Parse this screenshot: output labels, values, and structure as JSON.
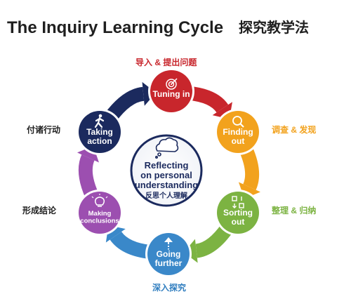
{
  "title": "The Inquiry Learning Cycle",
  "title_cn": "探究教学法",
  "center": {
    "text_lines": [
      "Reflecting",
      "on personal",
      "understanding"
    ],
    "text_cn": "反思个人理解",
    "icon": "thought-cloud-icon",
    "color": "#1b2a5e"
  },
  "stages": [
    {
      "id": "tuning-in",
      "lines": [
        "Tuning in"
      ],
      "label_cn": "导入 & 提出问题",
      "icon": "target-icon",
      "color": "#c8262c",
      "label_color": "#c8262c"
    },
    {
      "id": "finding-out",
      "lines": [
        "Finding",
        "out"
      ],
      "label_cn": "调查 & 发现",
      "icon": "magnifier-icon",
      "color": "#f2a21d",
      "label_color": "#f2a21d"
    },
    {
      "id": "sorting-out",
      "lines": [
        "Sorting",
        "out"
      ],
      "label_cn": "整理 & 归纳",
      "icon": "sort-icon",
      "color": "#7cb342",
      "label_color": "#7cb342"
    },
    {
      "id": "going-further",
      "lines": [
        "Going",
        "further"
      ],
      "label_cn": "深入探究",
      "icon": "arrow-up-icon",
      "color": "#3a88c9",
      "label_color": "#2f7dbf"
    },
    {
      "id": "making-conclusions",
      "lines": [
        "Making",
        "conclusions"
      ],
      "label_cn": "形成结论",
      "icon": "lightbulb-icon",
      "color": "#9c4fb0",
      "label_color": "#222222"
    },
    {
      "id": "taking-action",
      "lines": [
        "Taking",
        "action"
      ],
      "label_cn": "付诸行动",
      "icon": "walking-person-icon",
      "color": "#1b2a5e",
      "label_color": "#222222"
    }
  ]
}
